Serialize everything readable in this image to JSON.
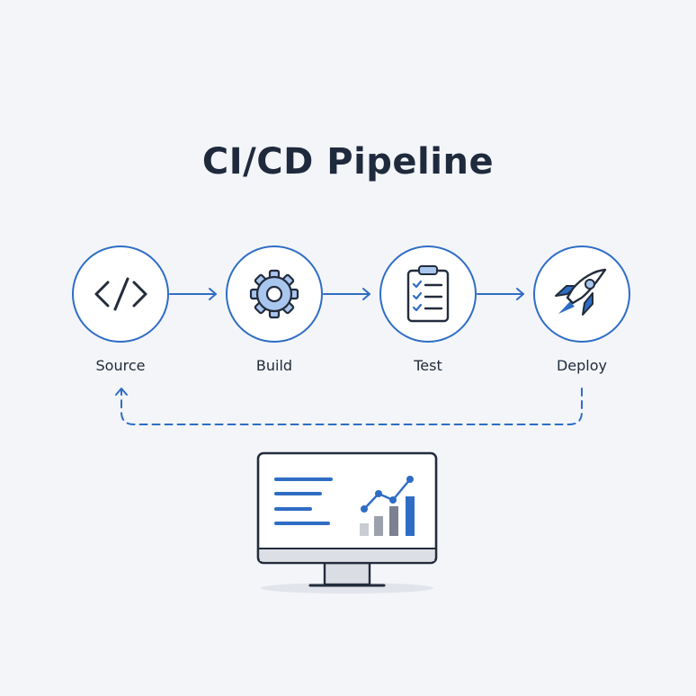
{
  "title": "CI/CD Pipeline",
  "stages": [
    {
      "label": "Source",
      "icon": "code-brackets-icon"
    },
    {
      "label": "Build",
      "icon": "gear-icon"
    },
    {
      "label": "Test",
      "icon": "clipboard-checklist-icon"
    },
    {
      "label": "Deploy",
      "icon": "rocket-icon"
    }
  ],
  "feedback_loop": {
    "from": "Deploy",
    "to": "Source",
    "style": "dashed"
  },
  "monitor": {
    "icon": "monitor-dashboard-icon"
  },
  "colors": {
    "background": "#f3f5f9",
    "accent_blue": "#2f6dc5",
    "dark_stroke": "#232c3c",
    "light_blue_fill": "#a9c6ee",
    "gray_bar": "#c9ccd3"
  }
}
